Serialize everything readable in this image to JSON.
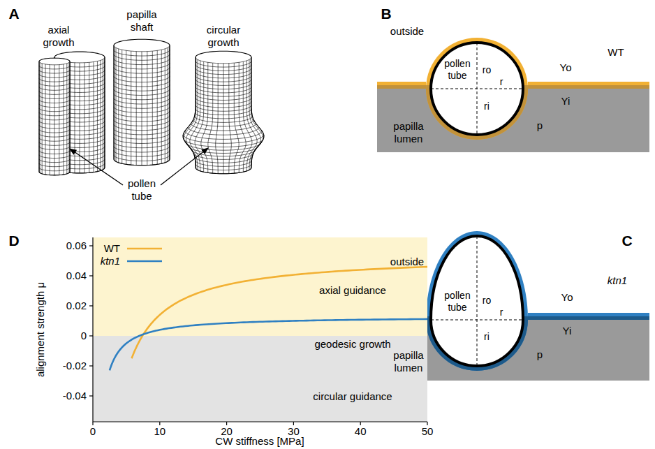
{
  "diagram": {
    "nodes": [
      {
        "text": [
          "pollen tube",
          "ro",
          "r",
          "ri"
        ]
      },
      {
        "text": [
          "pollen tube",
          "ro",
          "r",
          "ri"
        ]
      }
    ],
    "labels": [
      "A",
      "axial growth",
      "papilla shaft",
      "circular growth",
      "pollen tube",
      "B",
      "outside",
      "WT",
      "Yo",
      "Yi",
      "p",
      "papilla lumen",
      "C",
      "outside",
      "ktn1",
      "Yo",
      "Yi",
      "p",
      "papilla lumen",
      "D",
      "axial guidance",
      "geodesic growth",
      "circular guidance",
      "alignment strength μ",
      "CW stiffness [MPa]",
      "0",
      "10",
      "20",
      "30",
      "40",
      "50",
      "0.06",
      "0.04",
      "0.02",
      "0",
      "-0.02",
      "-0.04"
    ],
    "legend": [
      {
        "text": "WT"
      },
      {
        "text": "ktn1"
      }
    ]
  }
}
